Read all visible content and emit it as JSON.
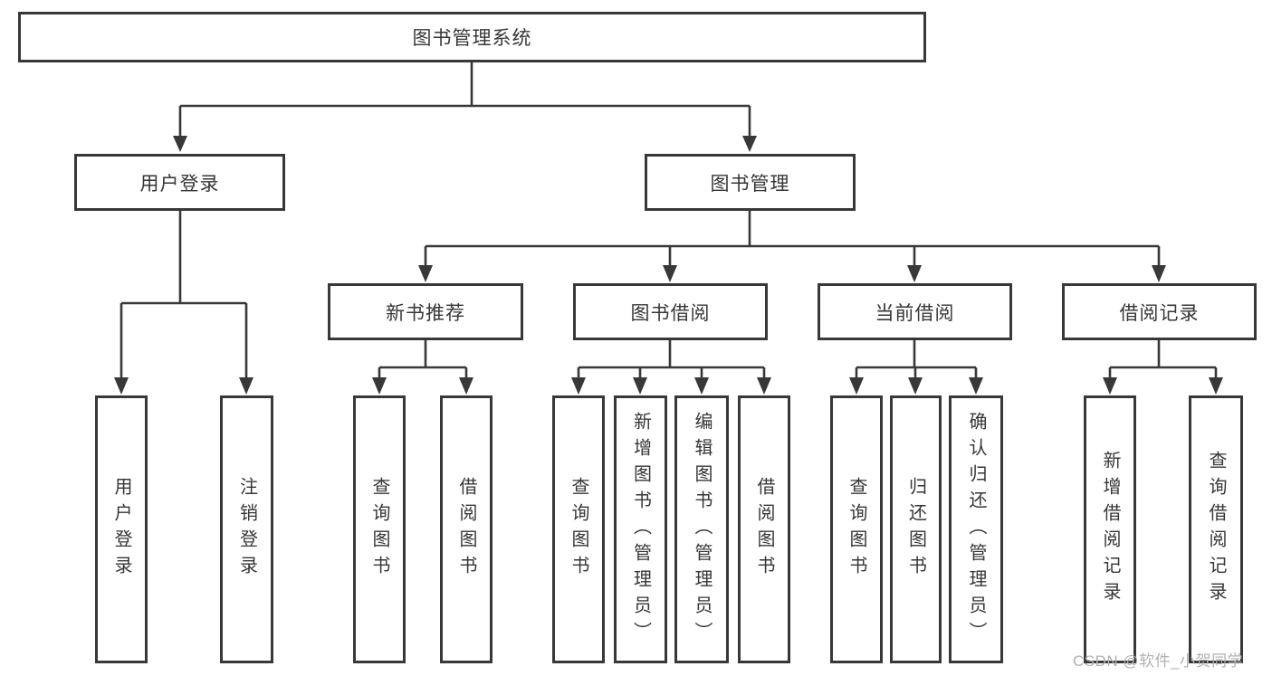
{
  "title": "图书管理系统",
  "colors": {
    "background": "#ffffff",
    "line": "#383838",
    "box_border": "#383838",
    "text": "#363636",
    "watermark": "#b0b0b0"
  },
  "watermark": {
    "text": "CSDN @软件_小贺同学"
  },
  "nodes": {
    "root": {
      "label": "图书管理系统"
    },
    "user_login_module": {
      "label": "用户登录"
    },
    "book_management": {
      "label": "图书管理"
    },
    "new_book_recommend": {
      "label": "新书推荐"
    },
    "book_borrowing": {
      "label": "图书借阅"
    },
    "current_borrowing": {
      "label": "当前借阅"
    },
    "borrowing_records": {
      "label": "借阅记录"
    },
    "leaf_user_login": {
      "label": "用户登录"
    },
    "leaf_logout": {
      "label": "注销登录"
    },
    "leaf_nb_query_books": {
      "label": "查询图书"
    },
    "leaf_nb_borrow_books": {
      "label": "借阅图书"
    },
    "leaf_bb_query_books": {
      "label": "查询图书"
    },
    "leaf_bb_add_books": {
      "label": "新增图书（管理员）"
    },
    "leaf_bb_edit_books": {
      "label": "编辑图书（管理员）"
    },
    "leaf_bb_borrow_books": {
      "label": "借阅图书"
    },
    "leaf_cb_query_books": {
      "label": "查询图书"
    },
    "leaf_cb_return_books": {
      "label": "归还图书"
    },
    "leaf_cb_confirm_return": {
      "label": "确认归还（管理员）"
    },
    "leaf_rec_add_record": {
      "label": "新增借阅记录"
    },
    "leaf_rec_query_record": {
      "label": "查询借阅记录"
    }
  },
  "tree": {
    "root": "图书管理系统",
    "children": [
      {
        "label": "用户登录",
        "children": [
          "用户登录",
          "注销登录"
        ]
      },
      {
        "label": "图书管理",
        "children": [
          {
            "label": "新书推荐",
            "children": [
              "查询图书",
              "借阅图书"
            ]
          },
          {
            "label": "图书借阅",
            "children": [
              "查询图书",
              "新增图书（管理员）",
              "编辑图书（管理员）",
              "借阅图书"
            ]
          },
          {
            "label": "当前借阅",
            "children": [
              "查询图书",
              "归还图书",
              "确认归还（管理员）"
            ]
          },
          {
            "label": "借阅记录",
            "children": [
              "新增借阅记录",
              "查询借阅记录"
            ]
          }
        ]
      }
    ]
  }
}
